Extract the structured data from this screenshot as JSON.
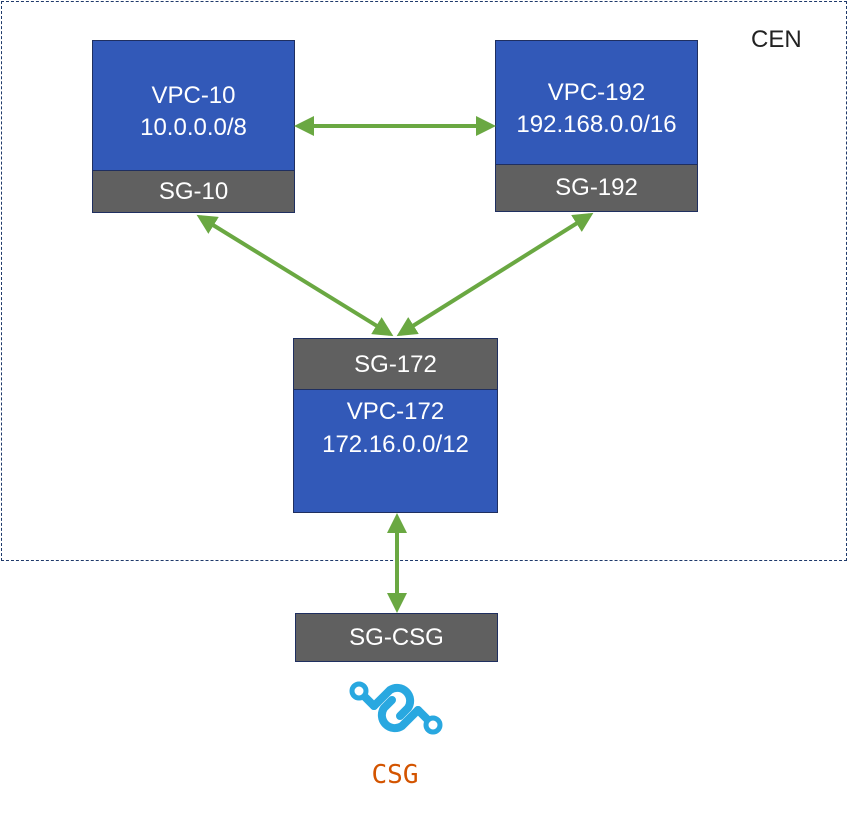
{
  "region": {
    "label": "CEN"
  },
  "nodes": {
    "vpc10": {
      "name": "VPC-10",
      "cidr": "10.0.0.0/8",
      "sg": "SG-10"
    },
    "vpc192": {
      "name": "VPC-192",
      "cidr": "192.168.0.0/16",
      "sg": "SG-192"
    },
    "vpc172": {
      "name": "VPC-172",
      "cidr": "172.16.0.0/12",
      "sg": "SG-172"
    },
    "csg": {
      "sg": "SG-CSG",
      "label": "CSG"
    }
  },
  "colors": {
    "vpc_fill": "#3259b8",
    "sg_fill": "#606060",
    "arrow": "#6aa842",
    "csg_icon": "#29a8e0",
    "csg_label": "#d35400"
  },
  "icons": {
    "csg": "link-icon"
  }
}
